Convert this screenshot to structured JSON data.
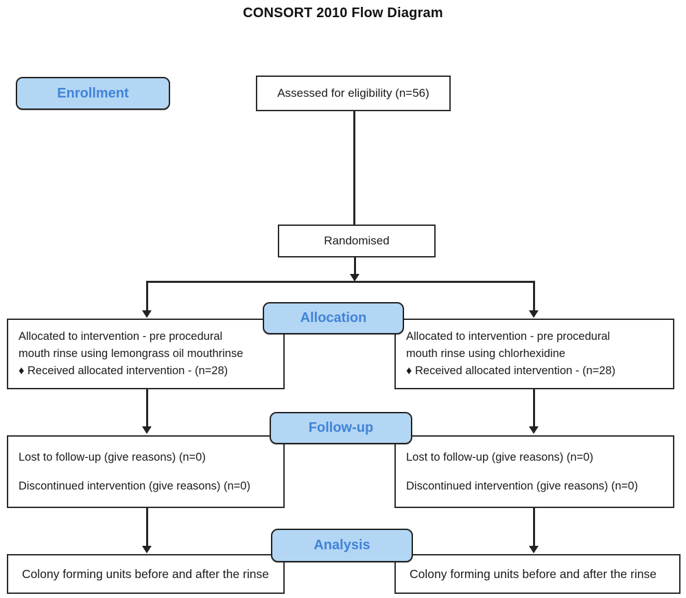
{
  "title": "CONSORT 2010 Flow Diagram",
  "colors": {
    "pill_fill": "#b3d6f4",
    "pill_text": "#4183d7",
    "box_border": "#2b2b2b",
    "line": "#262626"
  },
  "stages": {
    "enrollment_label": "Enrollment",
    "allocation_label": "Allocation",
    "followup_label": "Follow-up",
    "analysis_label": "Analysis"
  },
  "boxes": {
    "assessed": "Assessed for eligibility (n=56)",
    "randomised": "Randomised",
    "alloc_left": {
      "line1": "Allocated to intervention - pre procedural",
      "line2": "mouth rinse using lemongrass oil mouthrinse",
      "line3": "♦ Received allocated intervention - (n=28)"
    },
    "alloc_right": {
      "line1": "Allocated to intervention - pre procedural",
      "line2": "mouth rinse using chlorhexidine",
      "line3": "♦ Received allocated intervention - (n=28)"
    },
    "followup_left": {
      "line1": "Lost to follow-up (give reasons) (n=0)",
      "line2": "Discontinued intervention (give reasons) (n=0)"
    },
    "followup_right": {
      "line1": "Lost to follow-up (give reasons) (n=0)",
      "line2": "Discontinued intervention (give reasons) (n=0)"
    },
    "analysis_left": "Colony forming units before and after the rinse",
    "analysis_right": "Colony forming units before and after the rinse"
  }
}
